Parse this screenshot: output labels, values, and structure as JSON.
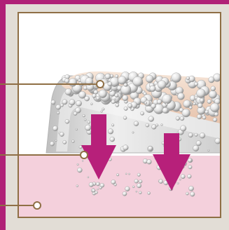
{
  "colors": {
    "page_background": "#e2ddd6",
    "left_band": "#b02177",
    "top_band": "#b02177",
    "frame_fill": "#ffffff",
    "frame_border": "#8f6f45",
    "callout_line": "#8f6f45",
    "dermis_pink": "#f4d0dc",
    "epidermis_gray": "#c9c9c9",
    "granule_layer": "#eccfbd",
    "arrow_magenta": "#b7207a"
  },
  "icons": {
    "callout_markers": "circle-marker-icon",
    "penetration_arrows": "arrow-down-icon",
    "particles": "bubble-particle-icon"
  },
  "callouts": [
    {
      "id": "callout-1",
      "label": ""
    },
    {
      "id": "callout-2",
      "label": ""
    },
    {
      "id": "callout-3",
      "label": ""
    }
  ]
}
